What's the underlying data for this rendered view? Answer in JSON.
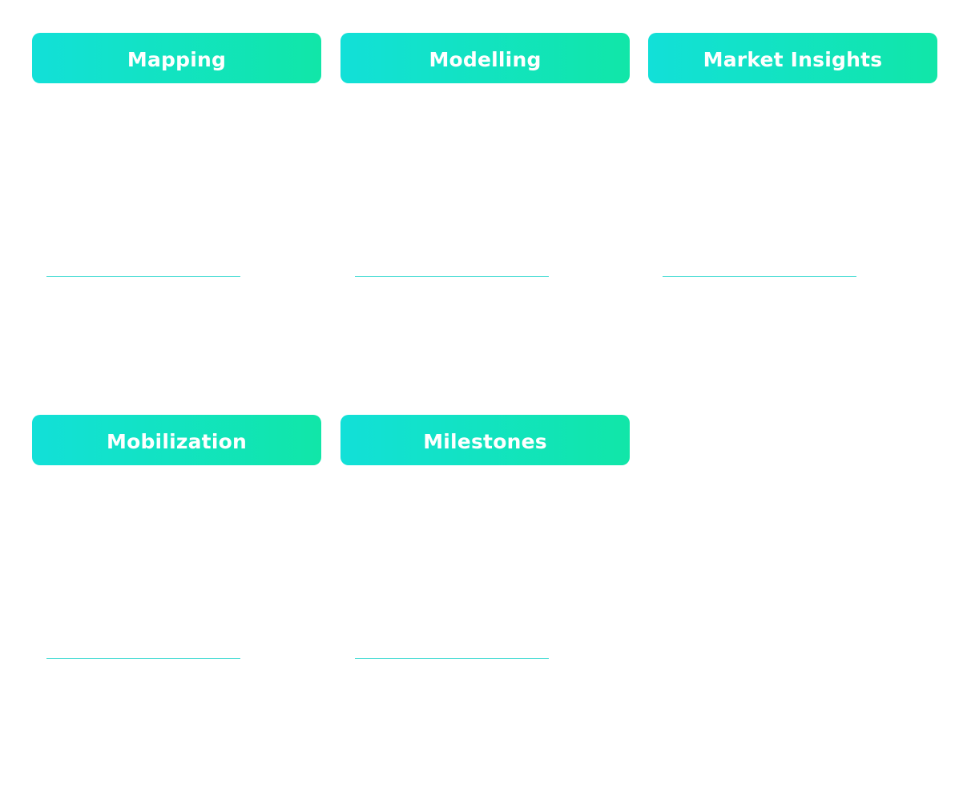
{
  "cards": [
    {
      "title": "Mapping"
    },
    {
      "title": "Modelling"
    },
    {
      "title": "Market Insights"
    },
    {
      "title": "Mobilization"
    },
    {
      "title": "Milestones"
    }
  ],
  "colors": {
    "gradient_start": "#12e0d8",
    "gradient_end": "#11e6a8",
    "divider": "#2fd8cf",
    "header_text": "#ffffff",
    "background": "#ffffff"
  }
}
